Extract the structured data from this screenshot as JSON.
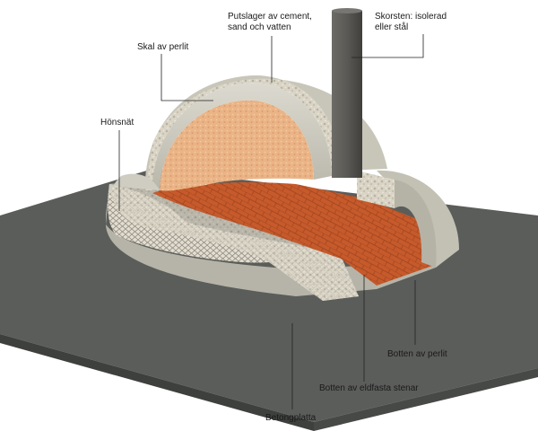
{
  "labels": {
    "putslager": {
      "line1": "Putslager av cement,",
      "line2": "sand och vatten"
    },
    "skorsten": {
      "line1": "Skorsten: isolerad",
      "line2": "eller stål"
    },
    "skal": "Skal av perlit",
    "honsnat": "Hönsnät",
    "botten_perlit": "Botten av perlit",
    "botten_eldfasta": "Botten av eldfasta stenar",
    "betongplatta": "Betongplatta"
  },
  "colors": {
    "slab_top": "#5b5d5a",
    "slab_side": "#3e403d",
    "shell": "#c9c7ba",
    "insulation": "#d8d3c4",
    "interior": "#e8b07e",
    "brick": "#c4592b",
    "chimney": "#595854",
    "leader": "#222222"
  }
}
